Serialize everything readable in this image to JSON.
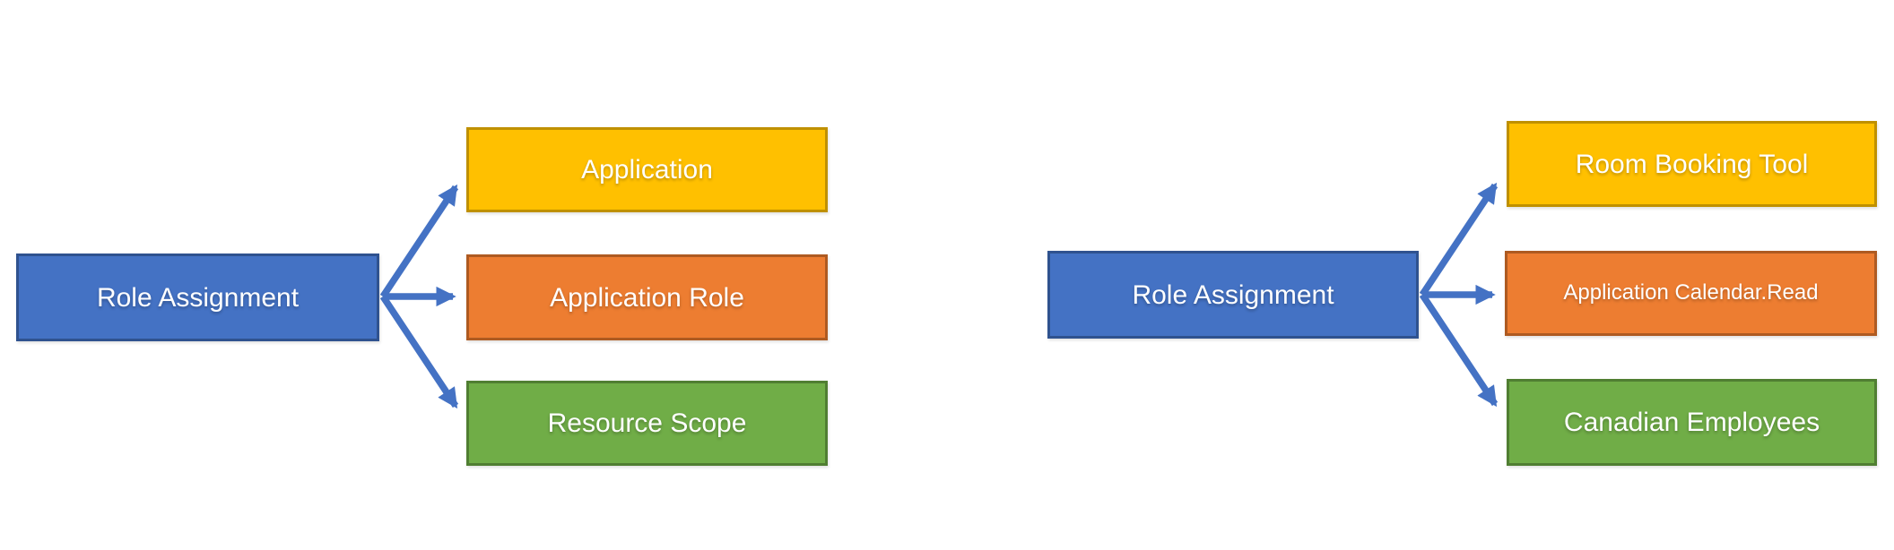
{
  "diagrams": [
    {
      "title": "generic role assignment model",
      "source": {
        "label": "Role Assignment",
        "fill": "#4472C4",
        "border": "#2F528F"
      },
      "targets": [
        {
          "label": "Application",
          "fill": "#FFC000",
          "border": "#BF9000"
        },
        {
          "label": "Application Role",
          "fill": "#ED7D31",
          "border": "#AE5A21"
        },
        {
          "label": "Resource Scope",
          "fill": "#70AD47",
          "border": "#507E32"
        }
      ]
    },
    {
      "title": "example role assignment",
      "source": {
        "label": "Role Assignment",
        "fill": "#4472C4",
        "border": "#2F528F"
      },
      "targets": [
        {
          "label": "Room Booking Tool",
          "fill": "#FFC000",
          "border": "#BF9000"
        },
        {
          "label": "Application Calendar.Read",
          "fill": "#ED7D31",
          "border": "#AE5A21"
        },
        {
          "label": "Canadian Employees",
          "fill": "#70AD47",
          "border": "#507E32"
        }
      ]
    }
  ],
  "arrow_color": "#4472C4",
  "text_color": "#ffffff",
  "background_color": "#ffffff"
}
